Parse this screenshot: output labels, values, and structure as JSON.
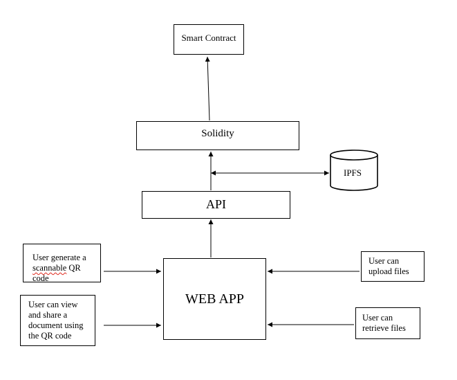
{
  "nodes": {
    "smart_contract": "Smart Contract",
    "solidity": "Solidity",
    "ipfs": "IPFS",
    "api": "API",
    "web_app": "WEB APP"
  },
  "notes": {
    "generate_qr": {
      "line1": "User generate a",
      "line2_misspelled": "scannable",
      "line2_rest": " QR",
      "line3": "code"
    },
    "view_share": "User can view\nand share a\ndocument using\nthe QR code",
    "upload": "User can\nupload files",
    "retrieve": "User can\nretrieve files"
  },
  "colors": {
    "stroke": "#000000",
    "spellcheck_underline": "#e0261b"
  }
}
